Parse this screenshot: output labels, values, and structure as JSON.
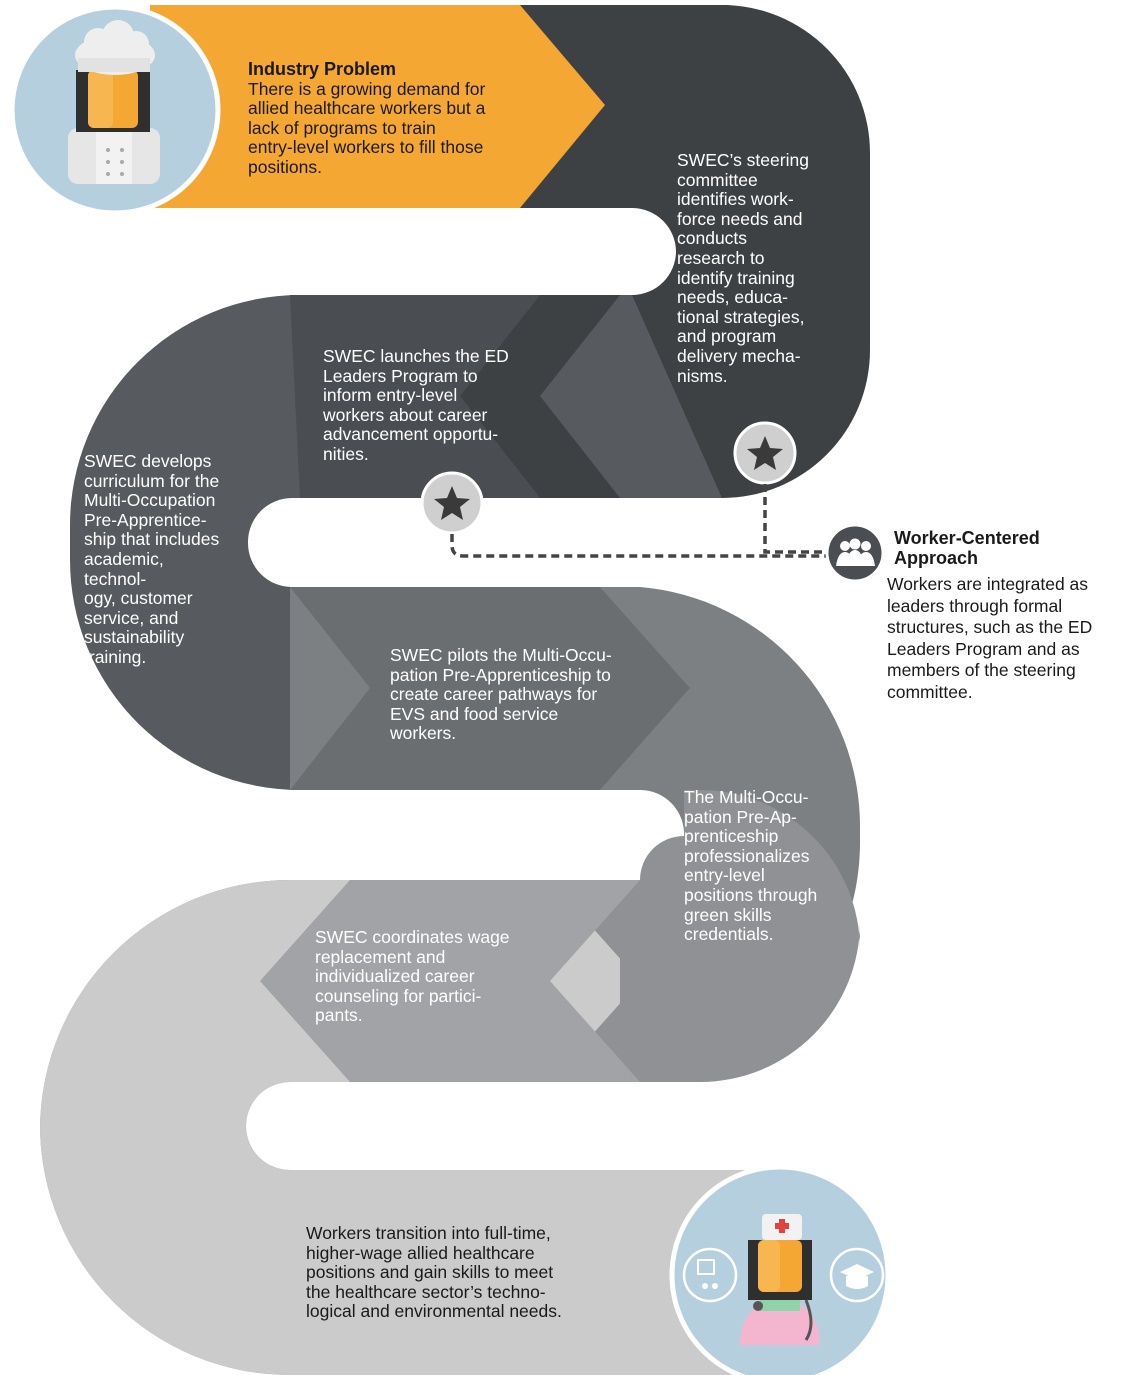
{
  "industry_problem": {
    "heading": "Industry Problem",
    "lines": [
      "There is a growing demand for",
      "allied healthcare workers but a",
      "lack of programs to train",
      "entry-level workers to fill those",
      "positions."
    ]
  },
  "steps": {
    "steering": [
      "SWEC’s steering",
      "committee",
      "identifies work-",
      "force needs and",
      "conducts",
      "research to",
      "identify training",
      "needs, educa-",
      "tional strategies,",
      "and program",
      "delivery mecha-",
      "nisms."
    ],
    "ed_leaders": [
      "SWEC launches the ED",
      "Leaders Program to",
      "inform entry-level",
      "workers about career",
      "advancement opportu-",
      "nities."
    ],
    "curriculum": [
      "SWEC develops",
      "curriculum for the",
      "Multi-Occupation",
      "Pre-Apprentice-",
      "ship that includes",
      "academic,",
      "technol-",
      "ogy, customer",
      "service, and",
      "sustainability",
      "training."
    ],
    "pilot": [
      "SWEC pilots the Multi-Occu-",
      "pation Pre-Apprenticeship to",
      "create career pathways for",
      "EVS and food service",
      "workers."
    ],
    "professionalize": [
      "The Multi-Occu-",
      "pation Pre-Ap-",
      "prenticeship",
      "professionalizes",
      "entry-level",
      "positions through",
      "green skills",
      "credentials."
    ],
    "wage": [
      "SWEC coordinates wage",
      "replacement and",
      "individualized career",
      "counseling for partici-",
      "pants."
    ],
    "transition": [
      "Workers transition into full-time,",
      "higher-wage allied healthcare",
      "positions and gain skills to meet",
      "the healthcare sector’s techno-",
      "logical and environmental needs."
    ]
  },
  "worker_centered": {
    "heading_lines": [
      "Worker-Centered",
      "Approach"
    ],
    "lines": [
      "Workers are integrated as",
      "leaders through formal",
      "structures, such as the ED",
      "Leaders Program and as",
      "members of the steering",
      "committee."
    ]
  },
  "colors": {
    "orange": "#f5a733",
    "band1": "#3e4144",
    "band2": "#575a5e",
    "band2_chevron": "#4a4d51",
    "band3": "#7d8083",
    "band3_chevron": "#6b6e71",
    "band4": "#8f9194",
    "band4_chevron": "#a1a3a6",
    "band5": "#cbcbcb",
    "circle_blue": "#b6cfde",
    "star_bg": "#cfcfcf",
    "star": "#3a3a3a"
  },
  "icons": [
    "chef-avatar-icon",
    "nurse-avatar-icon",
    "star-icon",
    "group-people-icon",
    "classroom-icon",
    "graduation-cap-icon"
  ]
}
